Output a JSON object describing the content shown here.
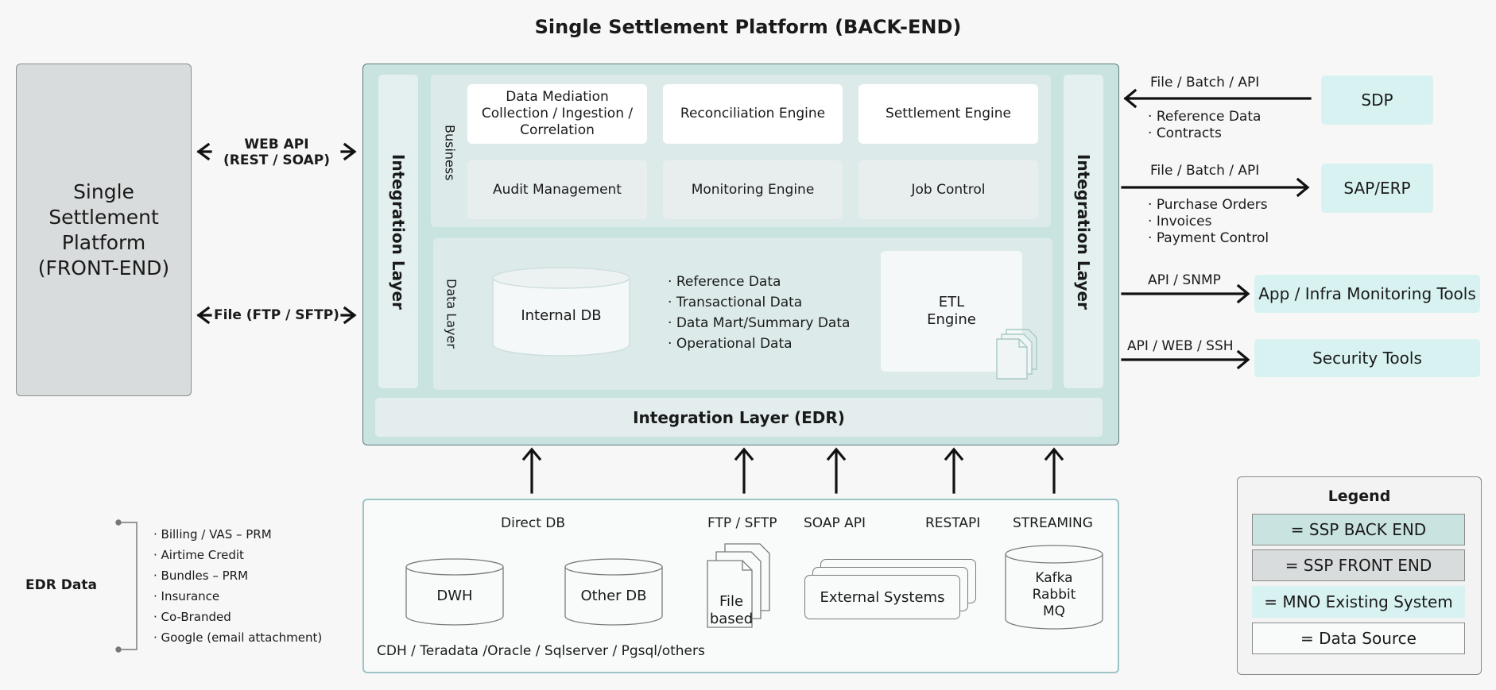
{
  "title": "Single Settlement Platform (BACK-END)",
  "frontend": {
    "line1": "Single",
    "line2": "Settlement",
    "line3": "Platform",
    "line4": "(FRONT-END)"
  },
  "connections": {
    "web_api_line1": "WEB API",
    "web_api_line2": "(REST / SOAP)",
    "file": "File (FTP / SFTP)"
  },
  "backend": {
    "integration_layer_left": "Integration Layer",
    "integration_layer_right": "Integration Layer",
    "business_label": "Business",
    "data_layer_label": "Data Layer",
    "engines": {
      "data_mediation_line1": "Data Mediation",
      "data_mediation_line2": "Collection / Ingestion /",
      "data_mediation_line3": "Correlation",
      "reconciliation": "Reconciliation Engine",
      "settlement": "Settlement Engine",
      "audit": "Audit Management",
      "monitoring": "Monitoring Engine",
      "job_control": "Job Control"
    },
    "internal_db": "Internal DB",
    "data_types": [
      "Reference Data",
      "Transactional Data",
      "Data Mart/Summary Data",
      "Operational Data"
    ],
    "etl_line1": "ETL",
    "etl_line2": "Engine",
    "edr_bar": "Integration Layer (EDR)"
  },
  "external": {
    "sdp": {
      "protocol": "File / Batch / API",
      "name": "SDP",
      "items": [
        "Reference Data",
        "Contracts"
      ]
    },
    "sap": {
      "protocol": "File / Batch / API",
      "name": "SAP/ERP",
      "items": [
        "Purchase Orders",
        "Invoices",
        "Payment Control"
      ]
    },
    "monitoring": {
      "protocol": "API / SNMP",
      "name": "App / Infra Monitoring Tools"
    },
    "security": {
      "protocol": "API / WEB / SSH",
      "name": "Security Tools"
    }
  },
  "sources": {
    "direct_db": "Direct DB",
    "ftp": "FTP / SFTP",
    "soap": "SOAP API",
    "rest": "RESTAPI",
    "streaming": "STREAMING",
    "dwh": "DWH",
    "other_db": "Other DB",
    "file_line1": "File",
    "file_line2": "based",
    "external_systems": "External Systems",
    "kafka_line1": "Kafka",
    "kafka_line2": "Rabbit",
    "kafka_line3": "MQ",
    "db_list": "CDH / Teradata /Oracle / Sqlserver / Pgsql/others"
  },
  "edr": {
    "label": "EDR Data",
    "items": [
      "Billing / VAS – PRM",
      "Airtime Credit",
      "Bundles – PRM",
      "Insurance",
      "Co-Branded",
      "Google (email attachment)"
    ]
  },
  "legend": {
    "title": "Legend",
    "items": [
      "= SSP BACK END",
      "= SSP FRONT END",
      "= MNO Existing System",
      "= Data Source"
    ]
  },
  "colors": {
    "backend": "#c9e3e1",
    "frontend": "#d9dcdc",
    "mno": "#d8f2f2",
    "datasource": "#f9fbfb"
  }
}
